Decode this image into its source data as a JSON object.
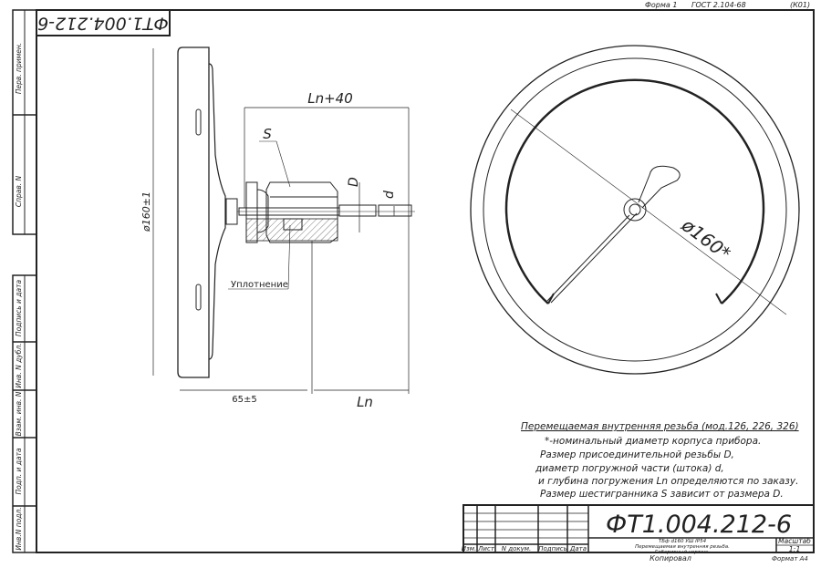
{
  "header": {
    "form": "Форма 1",
    "standard": "ГОСТ 2.104-68",
    "code": "(К01)"
  },
  "top_stamp": {
    "designation": "ФТ1.004.212-6"
  },
  "side_stamp": {
    "upper": [
      "Перв. примен.",
      "Справ. N"
    ],
    "lower": [
      "Подпись и дата",
      "Инв. N дубл.",
      "Взам. инв. N",
      "Подп. и дата",
      "Инв.N подл."
    ]
  },
  "side_view": {
    "diameter": "ø160±1",
    "length_total": "Ln+40",
    "hex": "S",
    "thread": "D",
    "stem": "d",
    "seal": "Уплотнение",
    "depth_body": "65±5",
    "depth": "Ln"
  },
  "front_view": {
    "diameter": "ø160*"
  },
  "notes": {
    "title": "Перемещаемая внутренняя резьба (мод.126, 226, 326)",
    "lines": [
      "*-номинальный диаметр корпуса прибора.",
      "Размер присоединительной резьбы D,",
      "диаметр погружной части (штока) d,",
      "и глубина погружения Ln определяются по заказу.",
      "Размер шестигранника S зависит от размера D."
    ]
  },
  "title_block": {
    "designation": "ФТ1.004.212-6",
    "description": [
      "ТБф d160 УШ IP54",
      "Перемещаемая внутренняя резьба.",
      "Габаритный чертеж."
    ],
    "columns": [
      "Изм.",
      "Лист",
      "N докум.",
      "Подпись",
      "Дата"
    ],
    "scale_label": "Масштаб",
    "scale": "1:1",
    "copied": "Копировал",
    "format": "Формат A4"
  }
}
